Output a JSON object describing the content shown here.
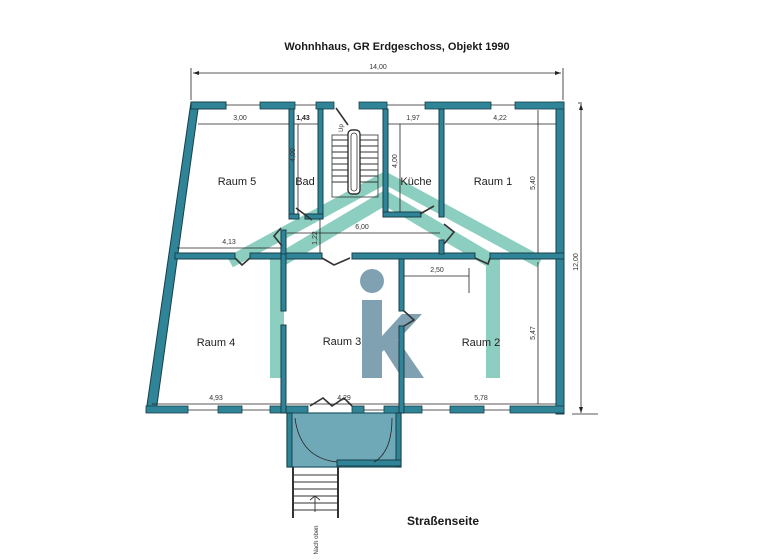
{
  "title": "Wohnhhaus, GR Erdgeschoss, Objekt 1990",
  "street_label": "Straßenseite",
  "rooms": [
    {
      "name": "Raum 5"
    },
    {
      "name": "Bad"
    },
    {
      "name": "Küche"
    },
    {
      "name": "Raum 1"
    },
    {
      "name": "Raum 4"
    },
    {
      "name": "Raum 3"
    },
    {
      "name": "Raum 2"
    }
  ],
  "dimensions": {
    "overall_width": "14,00",
    "overall_height": "12,00",
    "raum5_width": "3,00",
    "bad_width": "1,43",
    "bad_depth": "4,00",
    "kueche_width": "1,97",
    "kueche_depth": "4,00",
    "raum1_width": "4,22",
    "raum1_depth": "5,40",
    "corridor_width": "6,00",
    "corridor_depth": "1,22",
    "raum4_top": "4,13",
    "raum4_bottom": "4,93",
    "raum3_width": "4,29",
    "raum2_top": "2,50",
    "raum2_width": "5,78",
    "raum2_depth": "5,47"
  },
  "stairs": {
    "inner_label": "Up",
    "outer_label": "Nach oben"
  },
  "colors": {
    "wall": "#2f8497",
    "logo_house": "#78c5b4",
    "logo_k": "#7fa1b1",
    "porch": "#6fa9b8"
  },
  "logo": {
    "letter": "k"
  }
}
